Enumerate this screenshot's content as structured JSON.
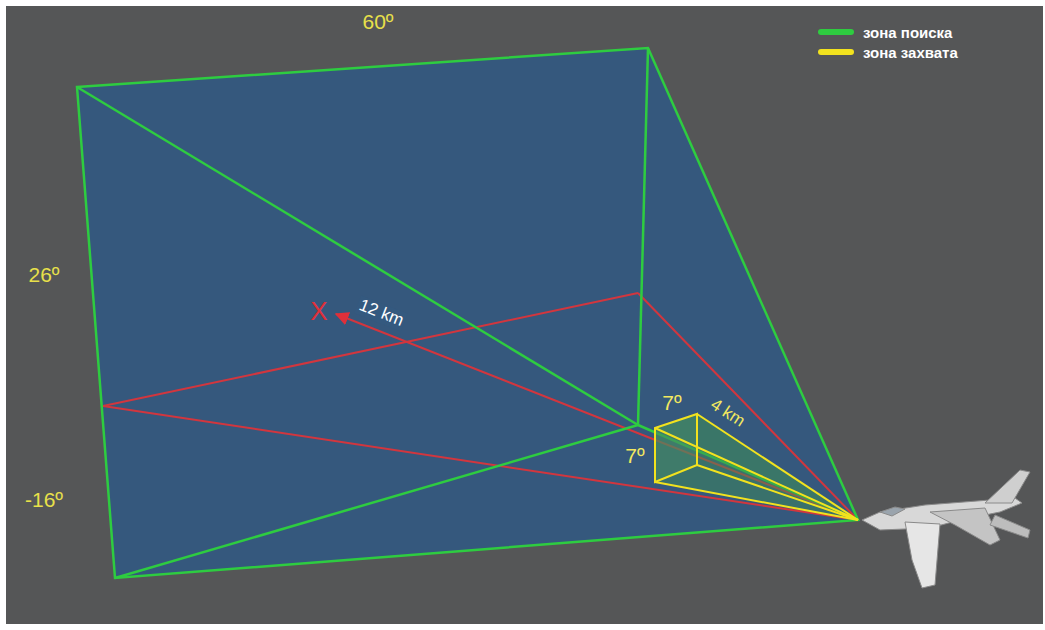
{
  "diagram": {
    "labels": [
      "60º",
      "26º",
      "-16º",
      "X",
      "12 km",
      "7º",
      "7º",
      "4 km"
    ],
    "legend": [
      {
        "text": "зона поиска",
        "color": "#2ecc40"
      },
      {
        "text": "зона захвата",
        "color": "#f2e21e"
      }
    ]
  }
}
